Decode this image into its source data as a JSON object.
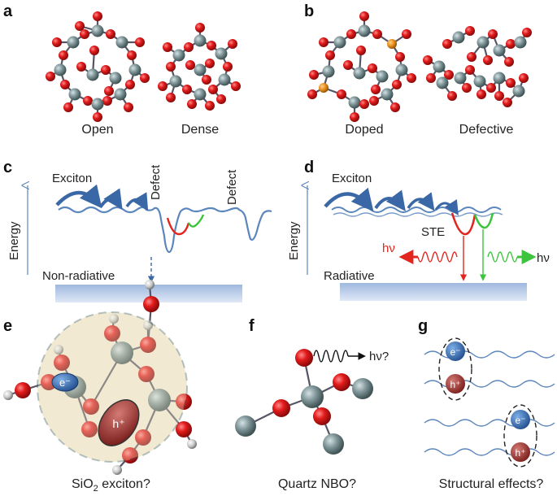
{
  "panels": {
    "a": {
      "label": "a",
      "captions": [
        "Open",
        "Dense"
      ]
    },
    "b": {
      "label": "b",
      "captions": [
        "Doped",
        "Defective"
      ]
    },
    "c": {
      "label": "c",
      "exciton": "Exciton",
      "defect1": "Defect",
      "defect2": "Defect",
      "energy": "Energy",
      "nonradiative": "Non-radiative"
    },
    "d": {
      "label": "d",
      "exciton": "Exciton",
      "ste": "STE",
      "hv_left": "hν",
      "hv_right": "hν",
      "energy": "Energy",
      "radiative": "Radiative"
    },
    "e": {
      "label": "e",
      "electron": "e⁻",
      "hole": "h⁺",
      "caption_main": "SiO",
      "caption_sub": "2",
      "caption_rest": " exciton?"
    },
    "f": {
      "label": "f",
      "hv": "hν?",
      "caption": "Quartz NBO?"
    },
    "g": {
      "label": "g",
      "electron": "e⁻",
      "hole": "h⁺",
      "caption": "Structural effects?"
    }
  },
  "colors": {
    "oxygen": "#d81e1e",
    "silicon": "#7f9598",
    "dopant": "#e8901c",
    "wave": "#5b86bd",
    "arrow": "#3a67a6",
    "red_emission": "#e0261f",
    "green_emission": "#3cc43c",
    "band": "#b4c8e6",
    "exciton_fill": "#efe6c8",
    "electron": "#3b6fb5",
    "hole": "#a73a36"
  }
}
